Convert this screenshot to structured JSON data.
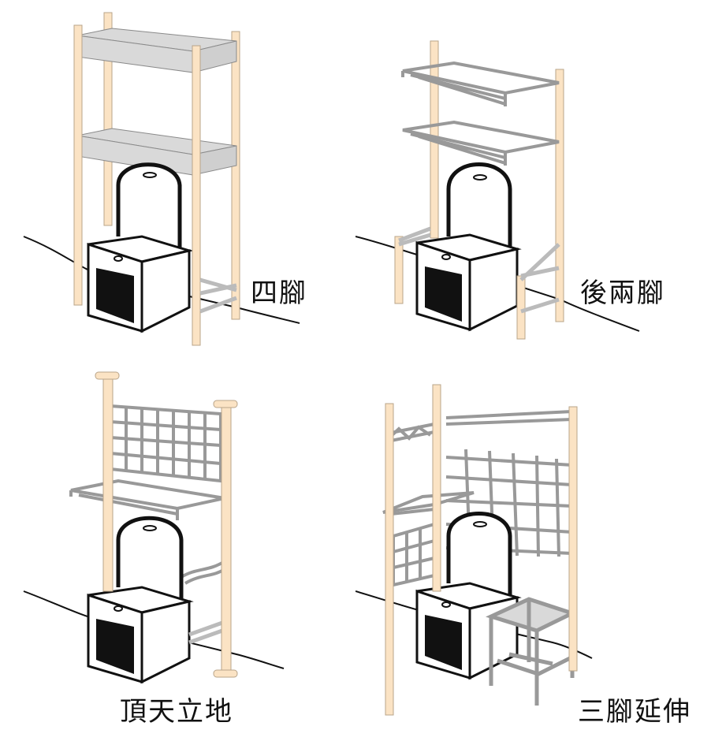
{
  "panels": [
    {
      "id": "four-legs",
      "caption": "四腳"
    },
    {
      "id": "two-back-legs",
      "caption": "後兩腳"
    },
    {
      "id": "floor-to-ceiling",
      "caption": "頂天立地"
    },
    {
      "id": "three-leg-extension",
      "caption": "三腳延伸"
    }
  ],
  "colors": {
    "pole": "#fbe3c4",
    "pole_outline": "#b8a48a",
    "shelf": "#d9d9d9",
    "shelf_outline": "#8a8a8a",
    "ink": "#111111",
    "toilet_inner": "#111111"
  },
  "icons": [
    "toilet-icon",
    "shelf-rack-icon",
    "stool-icon"
  ]
}
